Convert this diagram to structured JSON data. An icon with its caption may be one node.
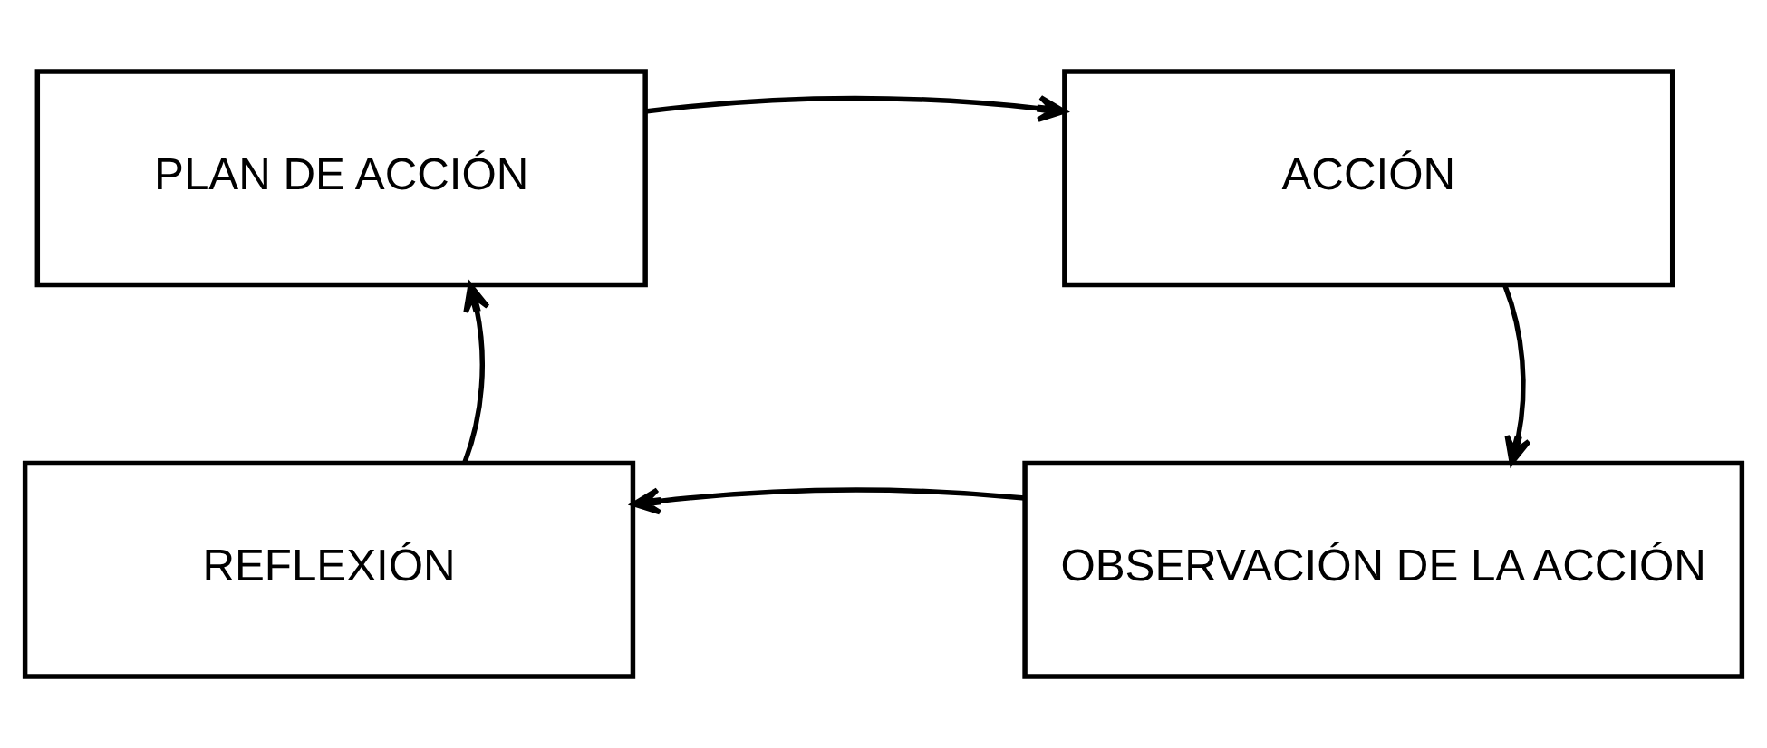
{
  "diagram": {
    "nodes": [
      {
        "text": [
          "PLAN DE ACCIÓN"
        ]
      },
      {
        "text": [
          "ACCIÓN"
        ]
      },
      {
        "text": [
          "OBSERVACIÓN DE LA ACCIÓN"
        ]
      },
      {
        "text": [
          "REFLEXIÓN"
        ]
      }
    ],
    "edges": [
      {
        "from": 0,
        "to": 1,
        "arrow": "to"
      },
      {
        "from": 1,
        "to": 2,
        "arrow": "to"
      },
      {
        "from": 2,
        "to": 3,
        "arrow": "to"
      },
      {
        "from": 3,
        "to": 0,
        "arrow": "to"
      }
    ]
  }
}
